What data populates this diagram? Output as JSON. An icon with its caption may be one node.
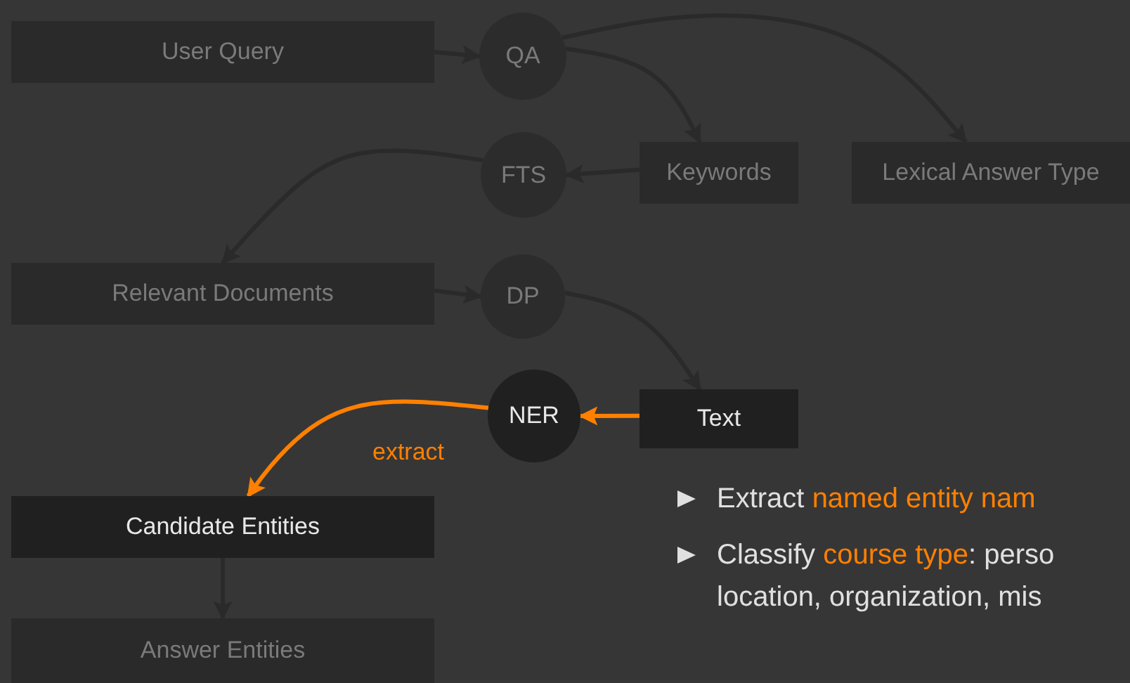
{
  "diagram": {
    "nodes": [
      {
        "text": [
          "User Query"
        ]
      },
      {
        "text": [
          "QA"
        ]
      },
      {
        "text": [
          "Keywords"
        ]
      },
      {
        "text": [
          "Lexical Answer Type"
        ]
      },
      {
        "text": [
          "FTS"
        ]
      },
      {
        "text": [
          "Relevant Documents"
        ]
      },
      {
        "text": [
          "DP"
        ]
      },
      {
        "text": [
          "Text"
        ]
      },
      {
        "text": [
          "NER"
        ]
      },
      {
        "text": [
          "Candidate Entities"
        ]
      },
      {
        "text": [
          "Answer Entities"
        ]
      }
    ],
    "edges": [
      {
        "from": 0,
        "to": 1,
        "arrow": "to"
      },
      {
        "from": 1,
        "to": 2,
        "arrow": "to"
      },
      {
        "from": 1,
        "to": 3,
        "arrow": "to"
      },
      {
        "from": 2,
        "to": 4,
        "arrow": "to"
      },
      {
        "from": 4,
        "to": 5,
        "arrow": "to"
      },
      {
        "from": 5,
        "to": 6,
        "arrow": "to"
      },
      {
        "from": 6,
        "to": 7,
        "arrow": "to"
      },
      {
        "from": 7,
        "to": 8,
        "arrow": "to",
        "color": "#ff8000"
      },
      {
        "from": 8,
        "to": 9,
        "arrow": "to",
        "label": "extract",
        "color": "#ff8000"
      },
      {
        "from": 9,
        "to": 10,
        "arrow": "to"
      }
    ],
    "labels": [
      "Extract",
      "named entity nam",
      "Classify",
      "course type",
      ": perso",
      "location, organization, mis"
    ]
  }
}
